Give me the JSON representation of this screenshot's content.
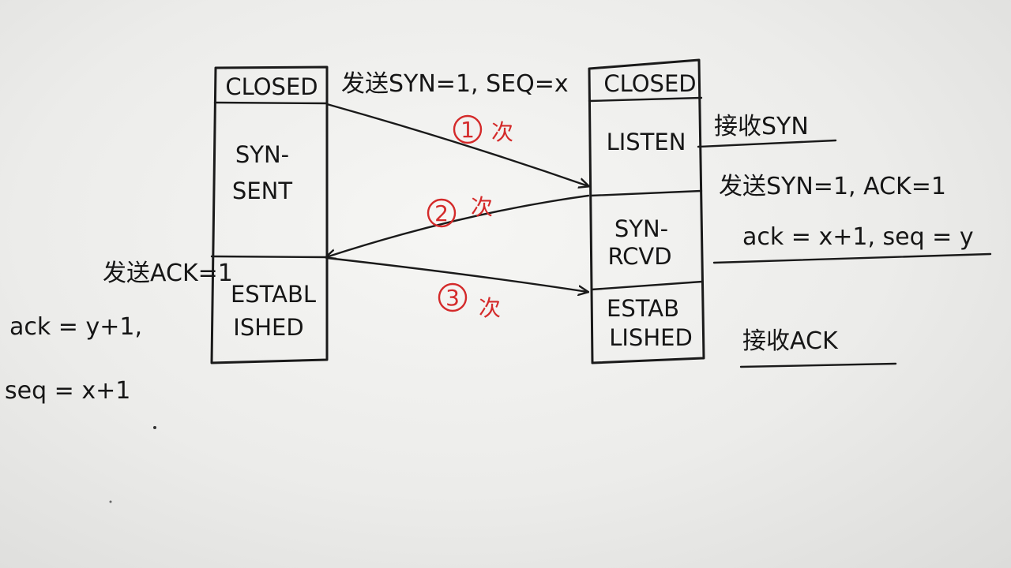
{
  "client": {
    "states": [
      "CLOSED",
      "SYN-",
      "SENT",
      "ESTABL",
      "ISHED"
    ]
  },
  "server": {
    "states": [
      "CLOSED",
      "LISTEN",
      "SYN-",
      "RCVD",
      "ESTAB",
      "LISHED"
    ]
  },
  "messages": {
    "first": "发送SYN=1, SEQ=x",
    "server_receive_syn": "接收SYN",
    "second_line1": "发送SYN=1, ACK=1",
    "second_line2": "ack = x+1, seq = y",
    "client_send_ack": "发送ACK=1",
    "client_ack": "ack = y+1,",
    "client_seq": "seq = x+1",
    "server_receive_ack": "接收ACK"
  },
  "steps": [
    {
      "num": "1",
      "label": "次"
    },
    {
      "num": "2",
      "label": "次"
    },
    {
      "num": "3",
      "label": "次"
    }
  ],
  "colors": {
    "ink": "#161616",
    "annotation": "#d42a2a"
  }
}
